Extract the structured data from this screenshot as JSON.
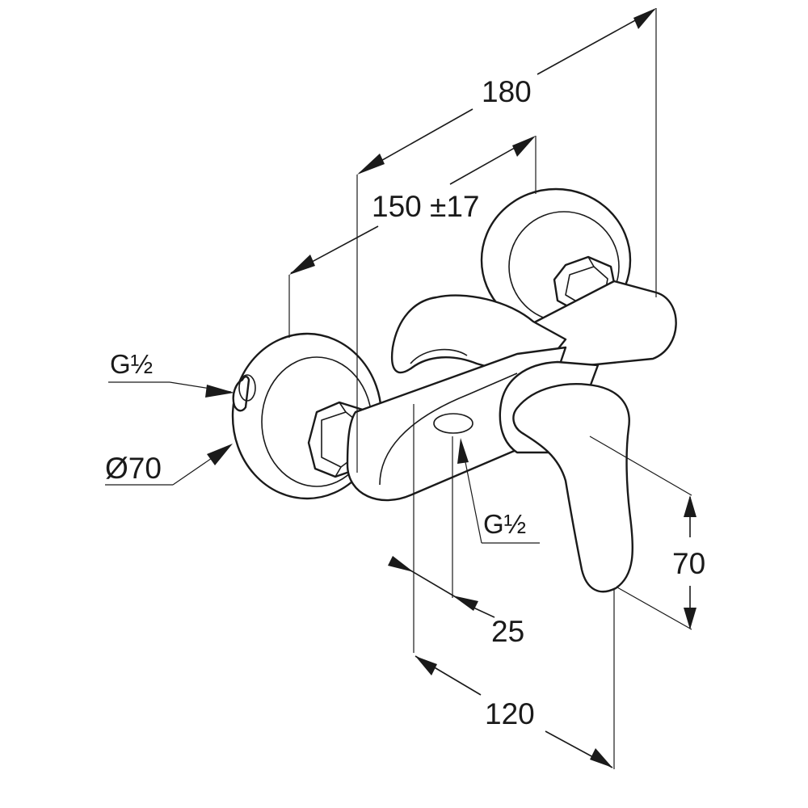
{
  "drawing": {
    "dimensions": {
      "overall_width": "180",
      "center_distance": "150 ±17",
      "outlet_offset": "25",
      "body_depth": "120",
      "lever_height": "70"
    },
    "labels": {
      "inlet_thread": "G½",
      "rosette_diameter": "Ø70",
      "outlet_thread": "G½"
    }
  }
}
